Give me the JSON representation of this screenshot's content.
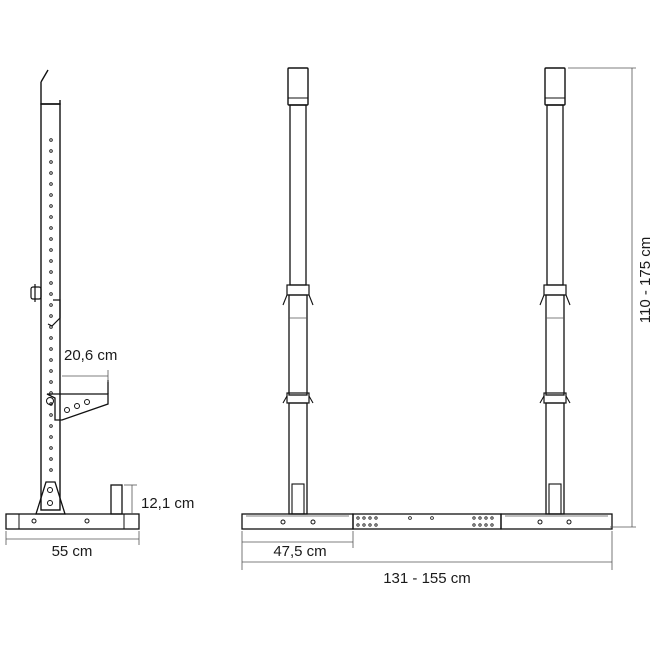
{
  "dimensions": {
    "hook_depth": "20,6 cm",
    "peg_height": "12,1 cm",
    "side_depth": "55 cm",
    "foot_length": "47,5 cm",
    "total_width": "131 - 155 cm",
    "height_range": "110 - 175 cm"
  },
  "colors": {
    "stroke": "#111111",
    "dim_line": "#555555",
    "background": "#ffffff"
  }
}
